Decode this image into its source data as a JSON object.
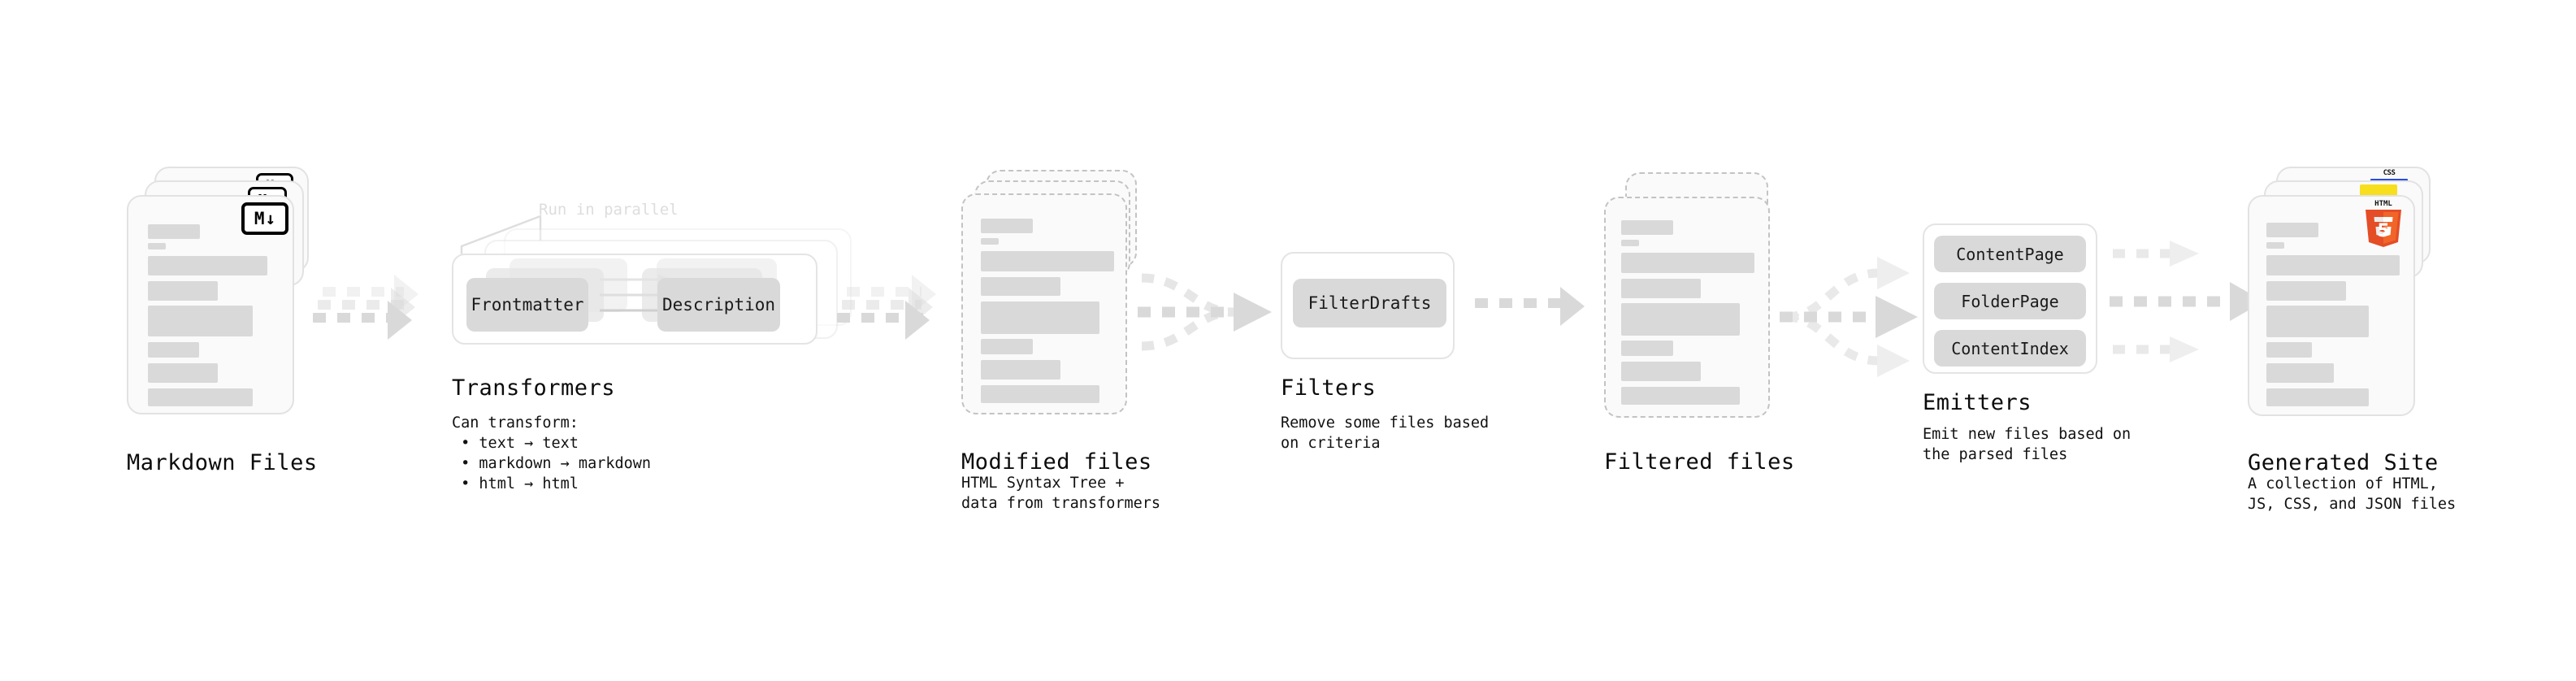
{
  "stages": [
    {
      "id": "markdown-files",
      "title": "Markdown Files",
      "sub": "",
      "icon": "markdown-icon",
      "icon_label": "M"
    },
    {
      "id": "transformers",
      "title": "Transformers",
      "sub": "Can transform:\n • text → text\n • markdown → markdown\n • html → html",
      "annotation": "Run in parallel",
      "chips": [
        "Frontmatter",
        "Description"
      ]
    },
    {
      "id": "modified-files",
      "title": "Modified files",
      "sub": "HTML Syntax Tree +\ndata from transformers"
    },
    {
      "id": "filters",
      "title": "Filters",
      "sub": "Remove some files based\non criteria",
      "chips": [
        "FilterDrafts"
      ]
    },
    {
      "id": "filtered-files",
      "title": "Filtered files",
      "sub": ""
    },
    {
      "id": "emitters",
      "title": "Emitters",
      "sub": "Emit new files based on\nthe parsed files",
      "chips": [
        "ContentPage",
        "FolderPage",
        "ContentIndex"
      ]
    },
    {
      "id": "generated-site",
      "title": "Generated Site",
      "sub": "A collection of HTML,\nJS, CSS, and JSON files",
      "icons": [
        "html5-icon",
        "js-icon",
        "css-icon"
      ],
      "html5_label": "HTML",
      "html5_digit": "5",
      "css_label": "CSS"
    }
  ],
  "colors": {
    "placeholder": "#d9d9d9",
    "card_bg": "#fafafa",
    "card_border": "#e2e2e2",
    "dashed_border": "#c3c3c3",
    "arrow": "#d9d9d9",
    "text": "#0b0b0b",
    "faint": "#dddddd",
    "html5_orange": "#e44d26",
    "html5_orange_light": "#f16529",
    "js_yellow": "#f7df1e",
    "css_blue": "#264de4"
  }
}
